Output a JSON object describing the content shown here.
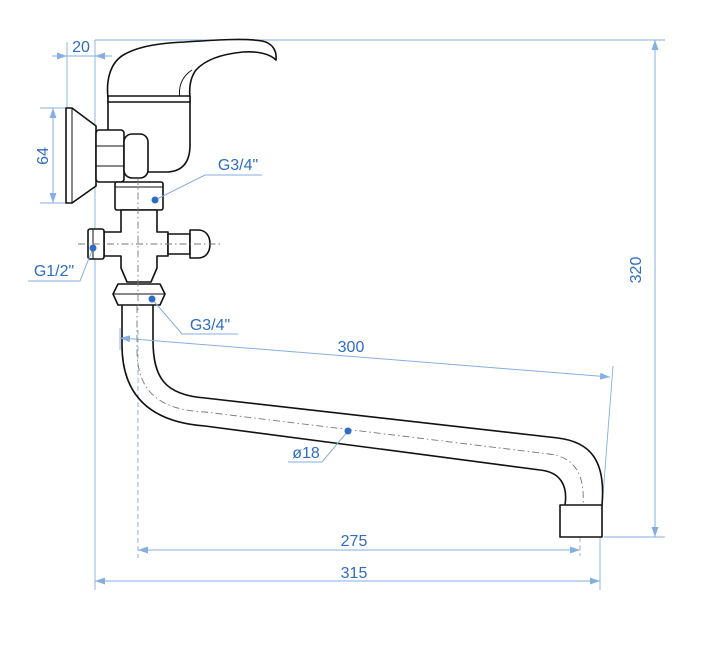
{
  "labels": {
    "dim_top_offset": "20",
    "dim_flange": "64",
    "dim_height": "320",
    "dim_spout": "300",
    "dim_reach": "275",
    "dim_width": "315",
    "pipe_diameter": "ø18",
    "thread_upper": "G3/4\"",
    "thread_side": "G1/2\"",
    "thread_spout": "G3/4\""
  },
  "colors": {
    "dimension_text": "#2f6dc4",
    "dimension_line": "#86aee0",
    "outline": "#111111",
    "marker_dot": "#2f6dc4"
  }
}
